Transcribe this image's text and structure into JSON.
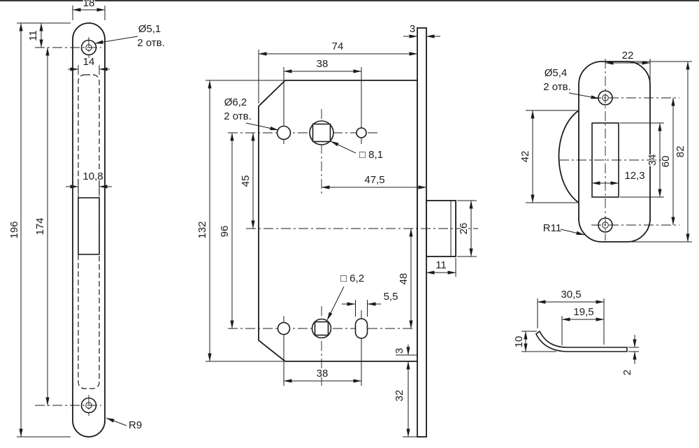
{
  "meta": {
    "background": "#ffffff",
    "line_color": "#1c1c1c",
    "drawing_subject": "mortise latch lock views with dimensions"
  },
  "faceplate": {
    "width": "18",
    "hole_offset": "11",
    "inner_width": "14",
    "cutout_width": "10,8",
    "total_height": "196",
    "hole_spacing": "174",
    "corner_radius": "R9",
    "hole_dia": "Ø5,1",
    "hole_qty": "2 отв."
  },
  "body": {
    "width": "74",
    "top_hole_spacing": "38",
    "plate_thickness": "3",
    "hole_dia": "Ø6,2",
    "hole_qty": "2 отв.",
    "spindle_square": "□ 8,1",
    "backset": "47,5",
    "top_row_to_center": "45",
    "row_spacing": "96",
    "height": "132",
    "latch_height": "26",
    "latch_protrusion": "11",
    "center_to_bottom_row": "48",
    "bottom_square": "□ 6,2",
    "slot_width": "5,5",
    "bottom_hole_spacing": "38",
    "edge_gap": "3",
    "plate_overhang": "32"
  },
  "strike": {
    "width": "22",
    "hole_dia": "Ø5,4",
    "hole_qty": "2 отв.",
    "flange_height": "42",
    "slot_height": "34",
    "hole_spacing": "60",
    "total_height": "82",
    "slot_width": "12,3",
    "corner_radius": "R11"
  },
  "lip": {
    "length": "30,5",
    "flat_length": "19,5",
    "height": "10",
    "thickness": "2"
  }
}
